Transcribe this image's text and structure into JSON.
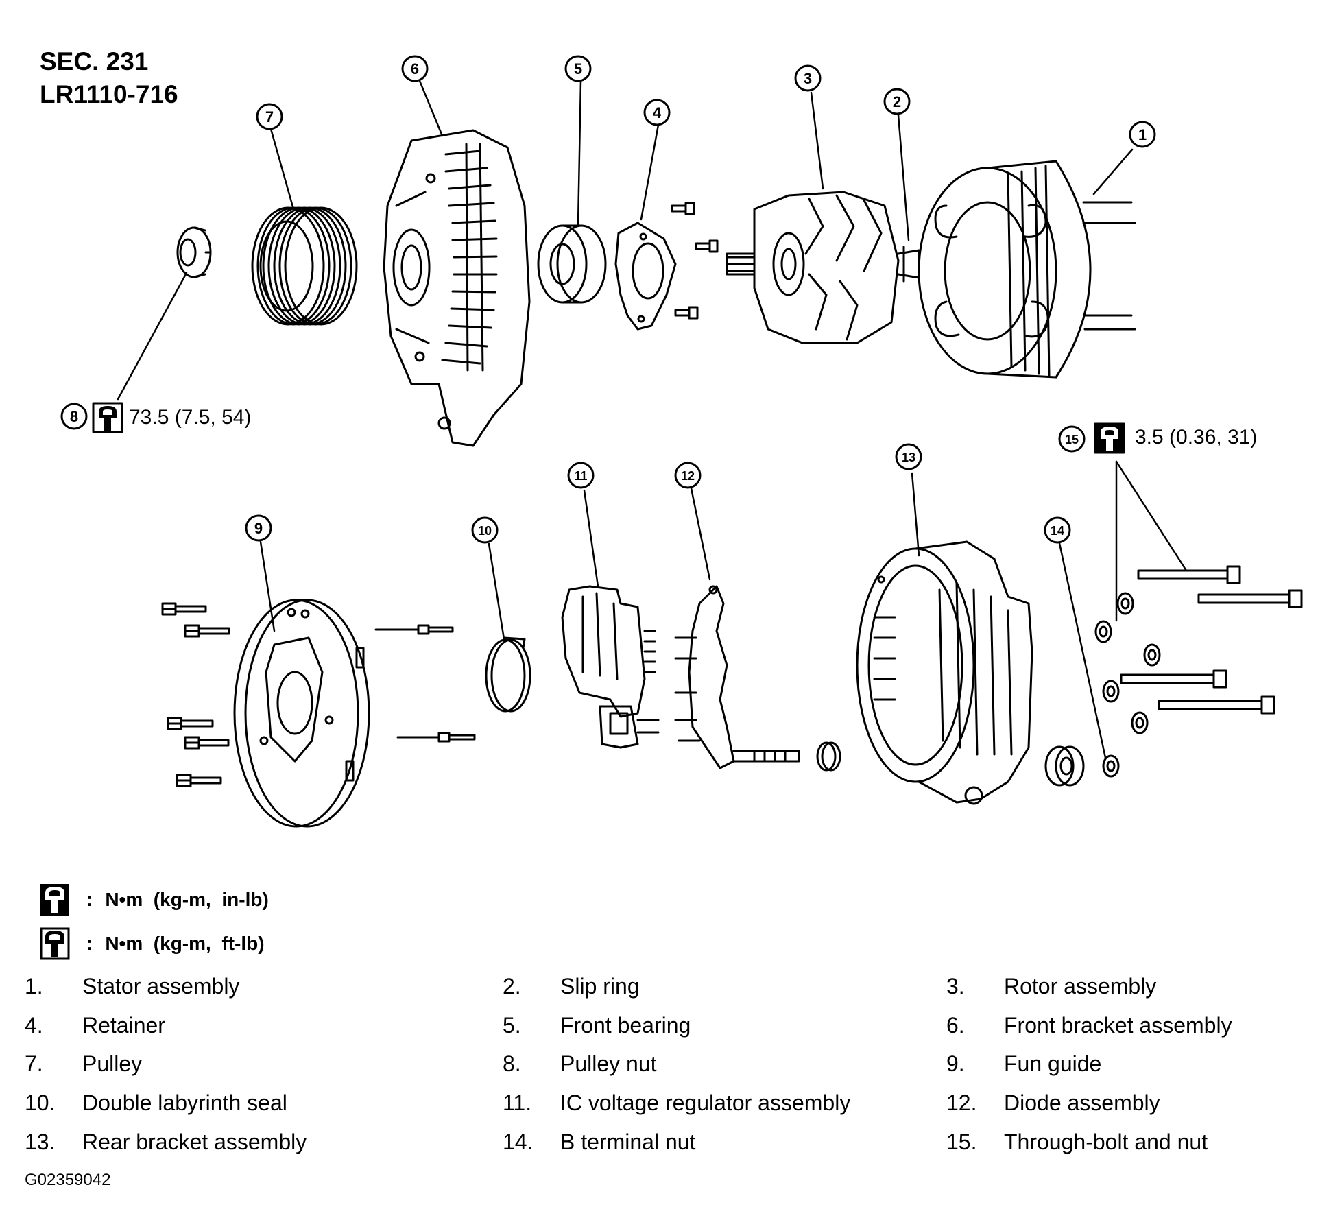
{
  "header": {
    "section": "SEC. 231",
    "model": "LR1110-716"
  },
  "callouts": [
    "1",
    "2",
    "3",
    "4",
    "5",
    "6",
    "7",
    "8",
    "9",
    "10",
    "11",
    "12",
    "13",
    "14",
    "15"
  ],
  "torque_specs": {
    "pulley_nut": "73.5 (7.5, 54)",
    "through_bolt": "3.5 (0.36, 31)"
  },
  "legend": {
    "in_lb": {
      "icon": "torque-wrench-filled-icon",
      "separator": ":",
      "units": "N•m  (kg-m,  in-lb)"
    },
    "ft_lb": {
      "icon": "torque-wrench-outline-icon",
      "separator": ":",
      "units": "N•m  (kg-m,  ft-lb)"
    }
  },
  "parts": [
    {
      "num": "1.",
      "name": "Stator assembly"
    },
    {
      "num": "2.",
      "name": "Slip ring"
    },
    {
      "num": "3.",
      "name": "Rotor assembly"
    },
    {
      "num": "4.",
      "name": "Retainer"
    },
    {
      "num": "5.",
      "name": "Front bearing"
    },
    {
      "num": "6.",
      "name": "Front bracket assembly"
    },
    {
      "num": "7.",
      "name": "Pulley"
    },
    {
      "num": "8.",
      "name": "Pulley nut"
    },
    {
      "num": "9.",
      "name": "Fun guide"
    },
    {
      "num": "10.",
      "name": "Double labyrinth seal"
    },
    {
      "num": "11.",
      "name": "IC voltage regulator assembly"
    },
    {
      "num": "12.",
      "name": "Diode assembly"
    },
    {
      "num": "13.",
      "name": "Rear bracket assembly"
    },
    {
      "num": "14.",
      "name": "B terminal nut"
    },
    {
      "num": "15.",
      "name": "Through-bolt and nut"
    }
  ],
  "figure_code": "G02359042",
  "colors": {
    "ink": "#000000",
    "paper": "#ffffff"
  }
}
